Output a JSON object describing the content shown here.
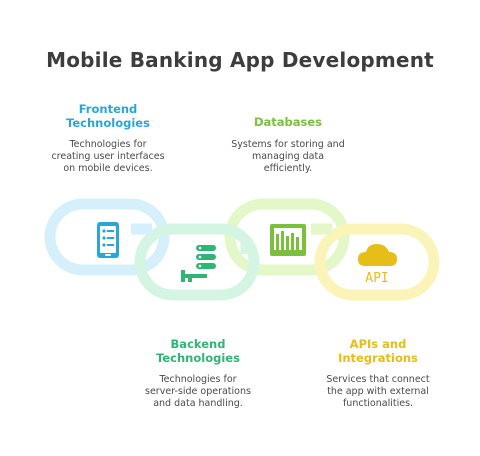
{
  "title": "Mobile Banking App Development",
  "nodes": [
    {
      "id": "frontend",
      "heading": "Frontend\nTechnologies",
      "description": "Technologies for\ncreating user interfaces\non mobile devices.",
      "color": "#2aa6d6",
      "ring": "#d6f0fb",
      "icon": "mobile-phone-icon"
    },
    {
      "id": "backend",
      "heading": "Backend\nTechnologies",
      "description": "Technologies for\nserver-side operations\nand data handling.",
      "color": "#2fb574",
      "ring": "#d4f5e3",
      "icon": "server-stack-icon"
    },
    {
      "id": "databases",
      "heading": "Databases",
      "description": "Systems for storing and\nmanaging data\nefficiently.",
      "color": "#7cbf3a",
      "ring": "#e3f7c9",
      "icon": "database-library-icon"
    },
    {
      "id": "apis",
      "heading": "APIs and\nIntegrations",
      "description": "Services that connect\nthe app with external\nfunctionalities.",
      "color": "#e7bd17",
      "ring": "#fbf4b9",
      "icon": "cloud-api-icon",
      "icon_text": "API"
    }
  ]
}
